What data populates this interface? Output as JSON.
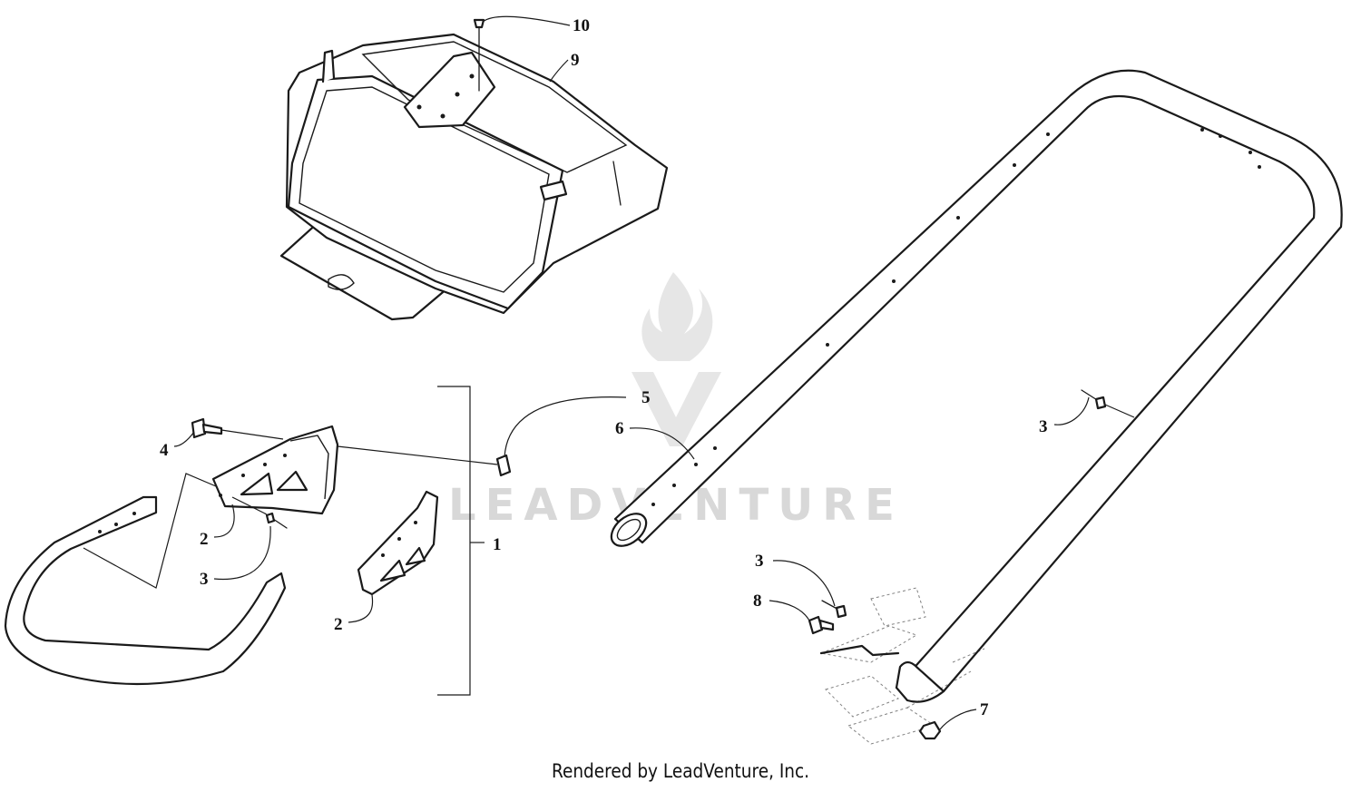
{
  "watermark": {
    "text": "LEADVENTURE"
  },
  "footer": {
    "credit": "Rendered by LeadVenture, Inc."
  },
  "callouts": [
    {
      "id": "1",
      "label": "1"
    },
    {
      "id": "2a",
      "label": "2"
    },
    {
      "id": "2b",
      "label": "2"
    },
    {
      "id": "3a",
      "label": "3"
    },
    {
      "id": "3b",
      "label": "3"
    },
    {
      "id": "3c",
      "label": "3"
    },
    {
      "id": "4",
      "label": "4"
    },
    {
      "id": "5",
      "label": "5"
    },
    {
      "id": "6",
      "label": "6"
    },
    {
      "id": "7",
      "label": "7"
    },
    {
      "id": "8",
      "label": "8"
    },
    {
      "id": "9",
      "label": "9"
    },
    {
      "id": "10",
      "label": "10"
    }
  ]
}
